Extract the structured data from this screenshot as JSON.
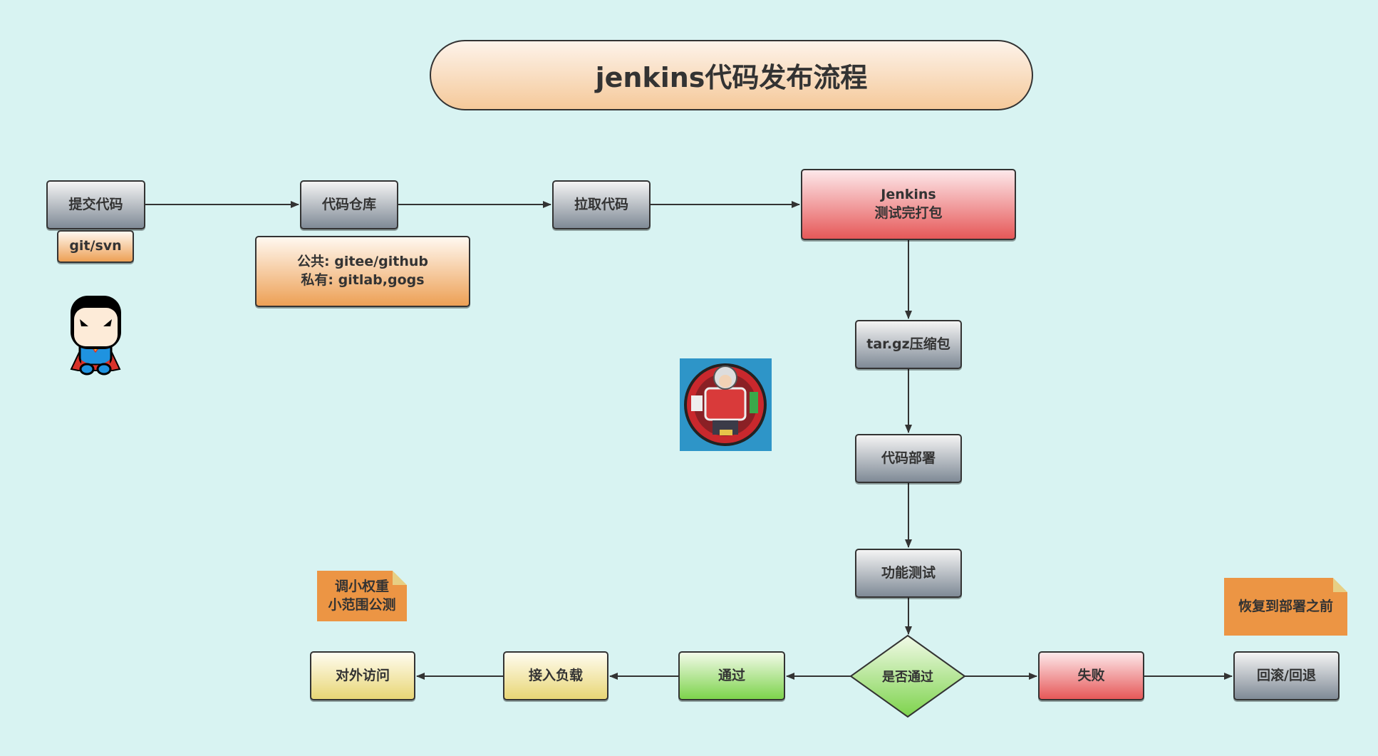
{
  "title": "jenkins代码发布流程",
  "nodes": {
    "commit": "提交代码",
    "commit_tool": "git/svn",
    "repo": "代码仓库",
    "repo_detail": "公共: gitee/github\n私有: gitlab,gogs",
    "pull": "拉取代码",
    "jenkins": "Jenkins\n测试完打包",
    "package": "tar.gz压缩包",
    "deploy": "代码部署",
    "test": "功能测试",
    "decision": "是否通过",
    "pass": "通过",
    "load_balance": "接入负载",
    "public_access": "对外访问",
    "fail": "失败",
    "rollback": "回滚/回退"
  },
  "notes": {
    "canary": "调小权重\n小范围公测",
    "restore": "恢复到部署之前"
  },
  "colors": {
    "background": "#d8f3f2",
    "note": "#ec9544",
    "line": "#333333"
  }
}
